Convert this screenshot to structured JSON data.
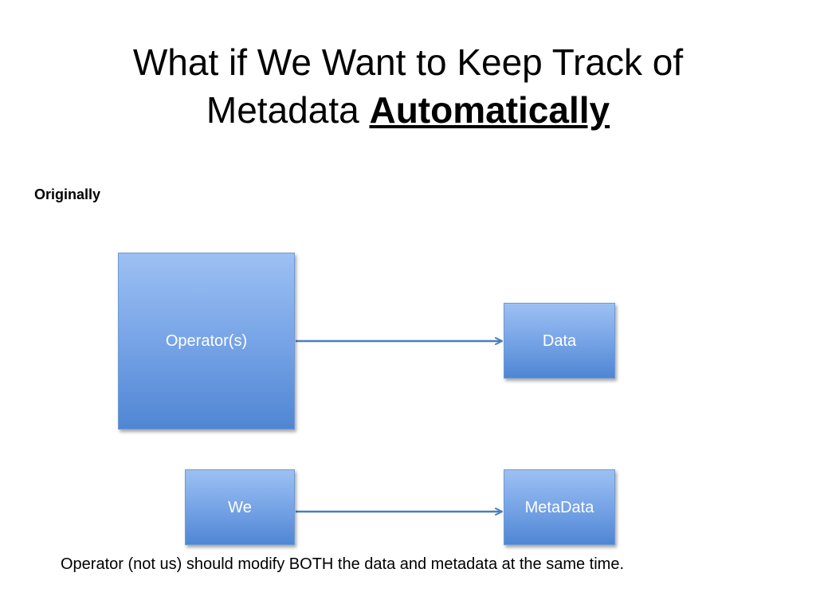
{
  "slide": {
    "title_line1": "What if We Want to Keep Track of",
    "title_line2_plain": "Metadata ",
    "title_line2_emphasis": "Automatically",
    "section_label": "Originally",
    "caption": "Operator (not us) should modify BOTH the data and metadata at the same time."
  },
  "diagram": {
    "nodes": {
      "operators": "Operator(s)",
      "data": "Data",
      "we": "We",
      "metadata": "MetaData"
    },
    "edges": [
      {
        "from": "operators",
        "to": "data"
      },
      {
        "from": "we",
        "to": "metadata"
      }
    ],
    "colors": {
      "box_top": "#9cc0f3",
      "box_bottom": "#4f86d3",
      "arrow": "#4a7ebb",
      "box_text": "#ffffff"
    }
  }
}
